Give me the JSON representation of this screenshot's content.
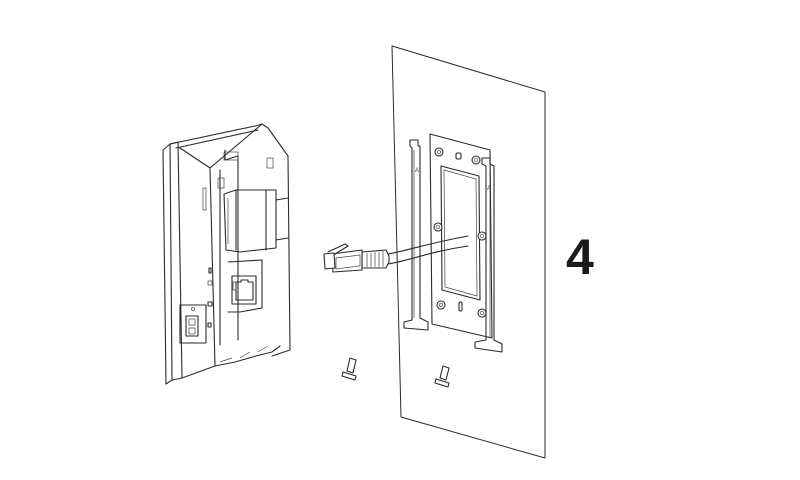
{
  "diagram": {
    "step_number": "4",
    "components": [
      {
        "name": "device-back-panel",
        "description": "Wall-mount device rear view with RJ45 port and power terminal"
      },
      {
        "name": "ethernet-cable",
        "description": "RJ45 ethernet cable passing through wall"
      },
      {
        "name": "mounting-bracket",
        "description": "Metal wall bracket with 6 screws and side hooks"
      },
      {
        "name": "wall-panel",
        "description": "Wall surface"
      },
      {
        "name": "screws",
        "count": 2
      }
    ],
    "colors": {
      "line": "#2b2b2b",
      "background": "#ffffff",
      "text": "#1a1a1a"
    }
  }
}
